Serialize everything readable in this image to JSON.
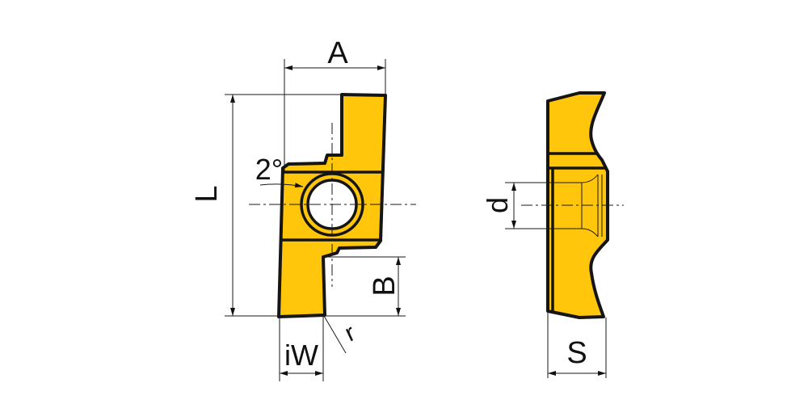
{
  "diagram": {
    "front_view": {
      "labels": {
        "A": "A",
        "L": "L",
        "B": "B",
        "iW": "iW",
        "r": "r",
        "angle": "2°"
      }
    },
    "side_view": {
      "labels": {
        "d": "d",
        "S": "S"
      }
    },
    "colors": {
      "insert": "#FFC60B",
      "outline": "#151515"
    }
  }
}
